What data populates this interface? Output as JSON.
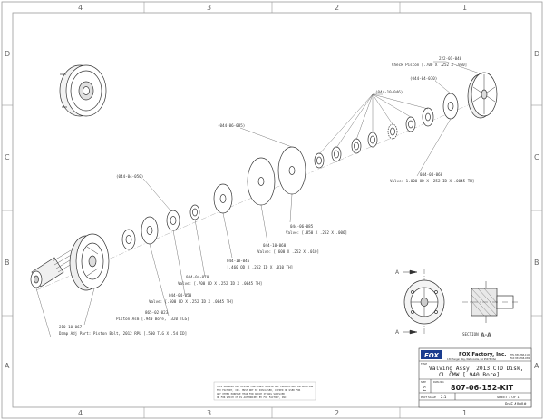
{
  "grid": {
    "columns": [
      "4",
      "3",
      "2",
      "1"
    ],
    "rows": [
      "D",
      "C",
      "B",
      "A"
    ]
  },
  "callouts": {
    "check_piston_pn": "222-01-040",
    "check_piston_desc": "Check Piston [.700 X .252 X .950]",
    "valve_top_ref": "(044-04-070)",
    "valve_group_ref": "(044-10-046)",
    "valve_085_ref": "(044-06-085)",
    "valve_050_ref": "(044-04-050)",
    "valve_068_pn": "044-04-068",
    "valve_068_desc": "Valve: 1.000 OD X .252 ID X .0045 TH]",
    "valve_085_pn": "044-06-085",
    "valve_085_desc": "Valve: [.850 X .252 X .006]",
    "valve_060_pn": "044-10-060",
    "valve_060_desc": "Valve: [.600 X .252 X .010]",
    "valve_046_pn": "044-10-046",
    "valve_046_desc": "[.460 OD X .252 ID X .010 TH]",
    "valve_070_pn": "044-04-070",
    "valve_070_desc": "Valve: [.700 OD X .252 ID X .0045 TH]",
    "valve_050_pn": "044-04-050",
    "valve_050_desc": "Valve: [.500 OD X .252 ID X .0045 TH]",
    "piston_pn": "865-02-023",
    "piston_desc": "Piston Asm [.940 Bore, .320 TLG]",
    "bolt_pn": "210-10-067",
    "bolt_desc": "Damp Adj Part: Piston Bolt, 2012 RPL [.500 TLG X .54 ID]"
  },
  "section": {
    "marker": "A",
    "label_prefix": "SECTION",
    "label_id": "A-A"
  },
  "title_block": {
    "company": "FOX Factory, Inc.",
    "address": "130 Hangar Way, Watsonville, CA 95076 USA",
    "phone": "TEL 831-768-1100",
    "fax": "FAX 831-768-9312",
    "logo_text": "FOX",
    "title_caption": "TITLE",
    "title_line1": "Valving Assy: 2013 CTD Disk,",
    "title_line2": "CL CMW [.940 Bore]",
    "size_caption": "SIZE",
    "dwg_caption": "DWG NO.",
    "size": "C",
    "dwg_no": "807-06-152-KIT",
    "scale_caption": "PLOT SCALE",
    "scale": "2:1",
    "sheet": "SHEET 1 OF 1",
    "file_ref": "ProE 4000#"
  },
  "notice": {
    "line1": "THIS DRAWING AND DESIGN CONTAINED HEREIN ARE PROPRIETARY INFORMATION",
    "line2": "FOX FACTORY, INC. MUST NOT BE DISCLOSED, COPIED OR USED FOR",
    "line3": "ANY OTHER PURPOSE THAN FOR WHICH IT WAS SUPPLIED",
    "line4": "OR FOR WHICH IT IS AUTHORIZED BY FOX FACTORY, INC."
  }
}
